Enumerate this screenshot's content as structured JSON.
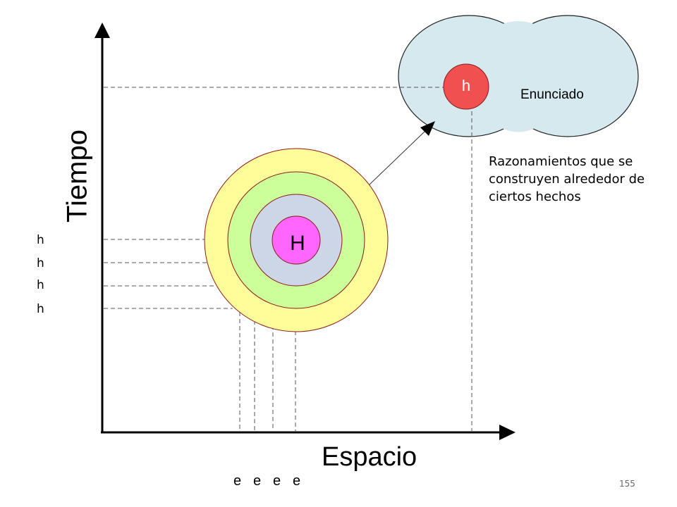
{
  "diagram": {
    "y_axis_label": "Tiempo",
    "x_axis_label": "Espacio",
    "center_label": "H",
    "statement_point_label": "h",
    "statement_label": "Enunciado",
    "description": "Razonamientos que se construyen alrededor de ciertos hechos",
    "y_ticks": [
      "h",
      "h",
      "h",
      "h"
    ],
    "x_ticks": [
      "e",
      "e",
      "e",
      "e"
    ]
  },
  "colors": {
    "ring_outer": "#fffd99",
    "ring_middle": "#ccff99",
    "ring_inner": "#ccd6e6",
    "core": "#ff66ff",
    "cloud": "#d5e9ee",
    "point": "#f05050",
    "ring_stroke": "#8b1a1a"
  },
  "page_number": "155"
}
